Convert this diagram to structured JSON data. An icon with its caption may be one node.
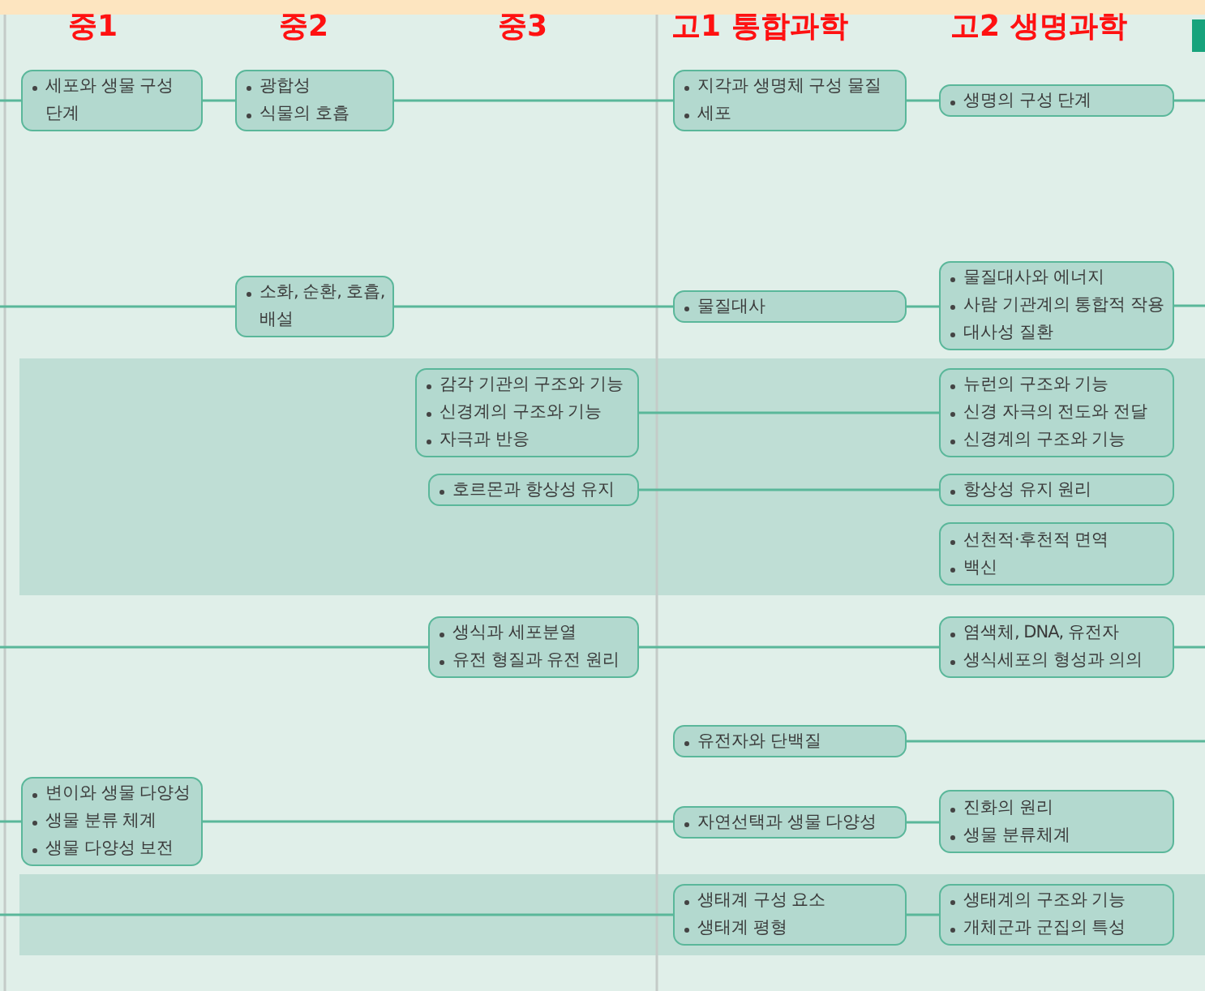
{
  "diagram": {
    "nodes": [
      {
        "text": [
          "세포와 생물 구성 단계"
        ]
      },
      {
        "text": [
          "광합성",
          "식물의 호흡"
        ]
      },
      {
        "text": [
          "지각과 생명체 구성 물질",
          "세포"
        ]
      },
      {
        "text": [
          "생명의 구성 단계"
        ]
      },
      {
        "text": [
          "소화, 순환, 호흡, 배설"
        ]
      },
      {
        "text": [
          "물질대사"
        ]
      },
      {
        "text": [
          "물질대사와 에너지",
          "사람 기관계의 통합적 작용",
          "대사성 질환"
        ]
      },
      {
        "text": [
          "감각 기관의 구조와 기능",
          "신경계의 구조와 기능",
          "자극과 반응"
        ]
      },
      {
        "text": [
          "뉴런의 구조와 기능",
          "신경 자극의 전도와 전달",
          "신경계의 구조와 기능"
        ]
      },
      {
        "text": [
          "호르몬과 항상성 유지"
        ]
      },
      {
        "text": [
          "항상성 유지 원리"
        ]
      },
      {
        "text": [
          "선천적·후천적 면역",
          "백신"
        ]
      },
      {
        "text": [
          "생식과 세포분열",
          "유전 형질과 유전 원리"
        ]
      },
      {
        "text": [
          "염색체, DNA, 유전자",
          "생식세포의 형성과 의의"
        ]
      },
      {
        "text": [
          "유전자와 단백질"
        ]
      },
      {
        "text": [
          "변이와 생물 다양성",
          "생물 분류 체계",
          "생물 다양성 보전"
        ]
      },
      {
        "text": [
          "자연선택과 생물 다양성"
        ]
      },
      {
        "text": [
          "진화의 원리",
          "생물 분류체계"
        ]
      },
      {
        "text": [
          "생태계 구성 요소",
          "생태계 평형"
        ]
      },
      {
        "text": [
          "생태계의 구조와 기능",
          "개체군과 군집의 특성"
        ]
      }
    ],
    "edges": [
      {
        "from": null,
        "to": 0,
        "arrow": "none"
      },
      {
        "from": 0,
        "to": 1,
        "arrow": "none"
      },
      {
        "from": 1,
        "to": 2,
        "arrow": "none"
      },
      {
        "from": 2,
        "to": 3,
        "arrow": "none"
      },
      {
        "from": 3,
        "to": null,
        "arrow": "none"
      },
      {
        "from": null,
        "to": 4,
        "arrow": "none"
      },
      {
        "from": 4,
        "to": 5,
        "arrow": "none"
      },
      {
        "from": 5,
        "to": 6,
        "arrow": "none"
      },
      {
        "from": 6,
        "to": null,
        "arrow": "none"
      },
      {
        "from": 7,
        "to": 8,
        "arrow": "none"
      },
      {
        "from": 9,
        "to": 10,
        "arrow": "none"
      },
      {
        "from": null,
        "to": 12,
        "arrow": "none"
      },
      {
        "from": 12,
        "to": 13,
        "arrow": "none"
      },
      {
        "from": 13,
        "to": null,
        "arrow": "none"
      },
      {
        "from": 14,
        "to": null,
        "arrow": "none"
      },
      {
        "from": null,
        "to": 15,
        "arrow": "none"
      },
      {
        "from": 15,
        "to": 16,
        "arrow": "none"
      },
      {
        "from": 16,
        "to": 17,
        "arrow": "none"
      },
      {
        "from": null,
        "to": 18,
        "arrow": "none"
      },
      {
        "from": 18,
        "to": 19,
        "arrow": "none"
      }
    ],
    "labels": [
      "중1",
      "중2",
      "중3",
      "고1 통합과학",
      "고2 생명과학"
    ]
  }
}
